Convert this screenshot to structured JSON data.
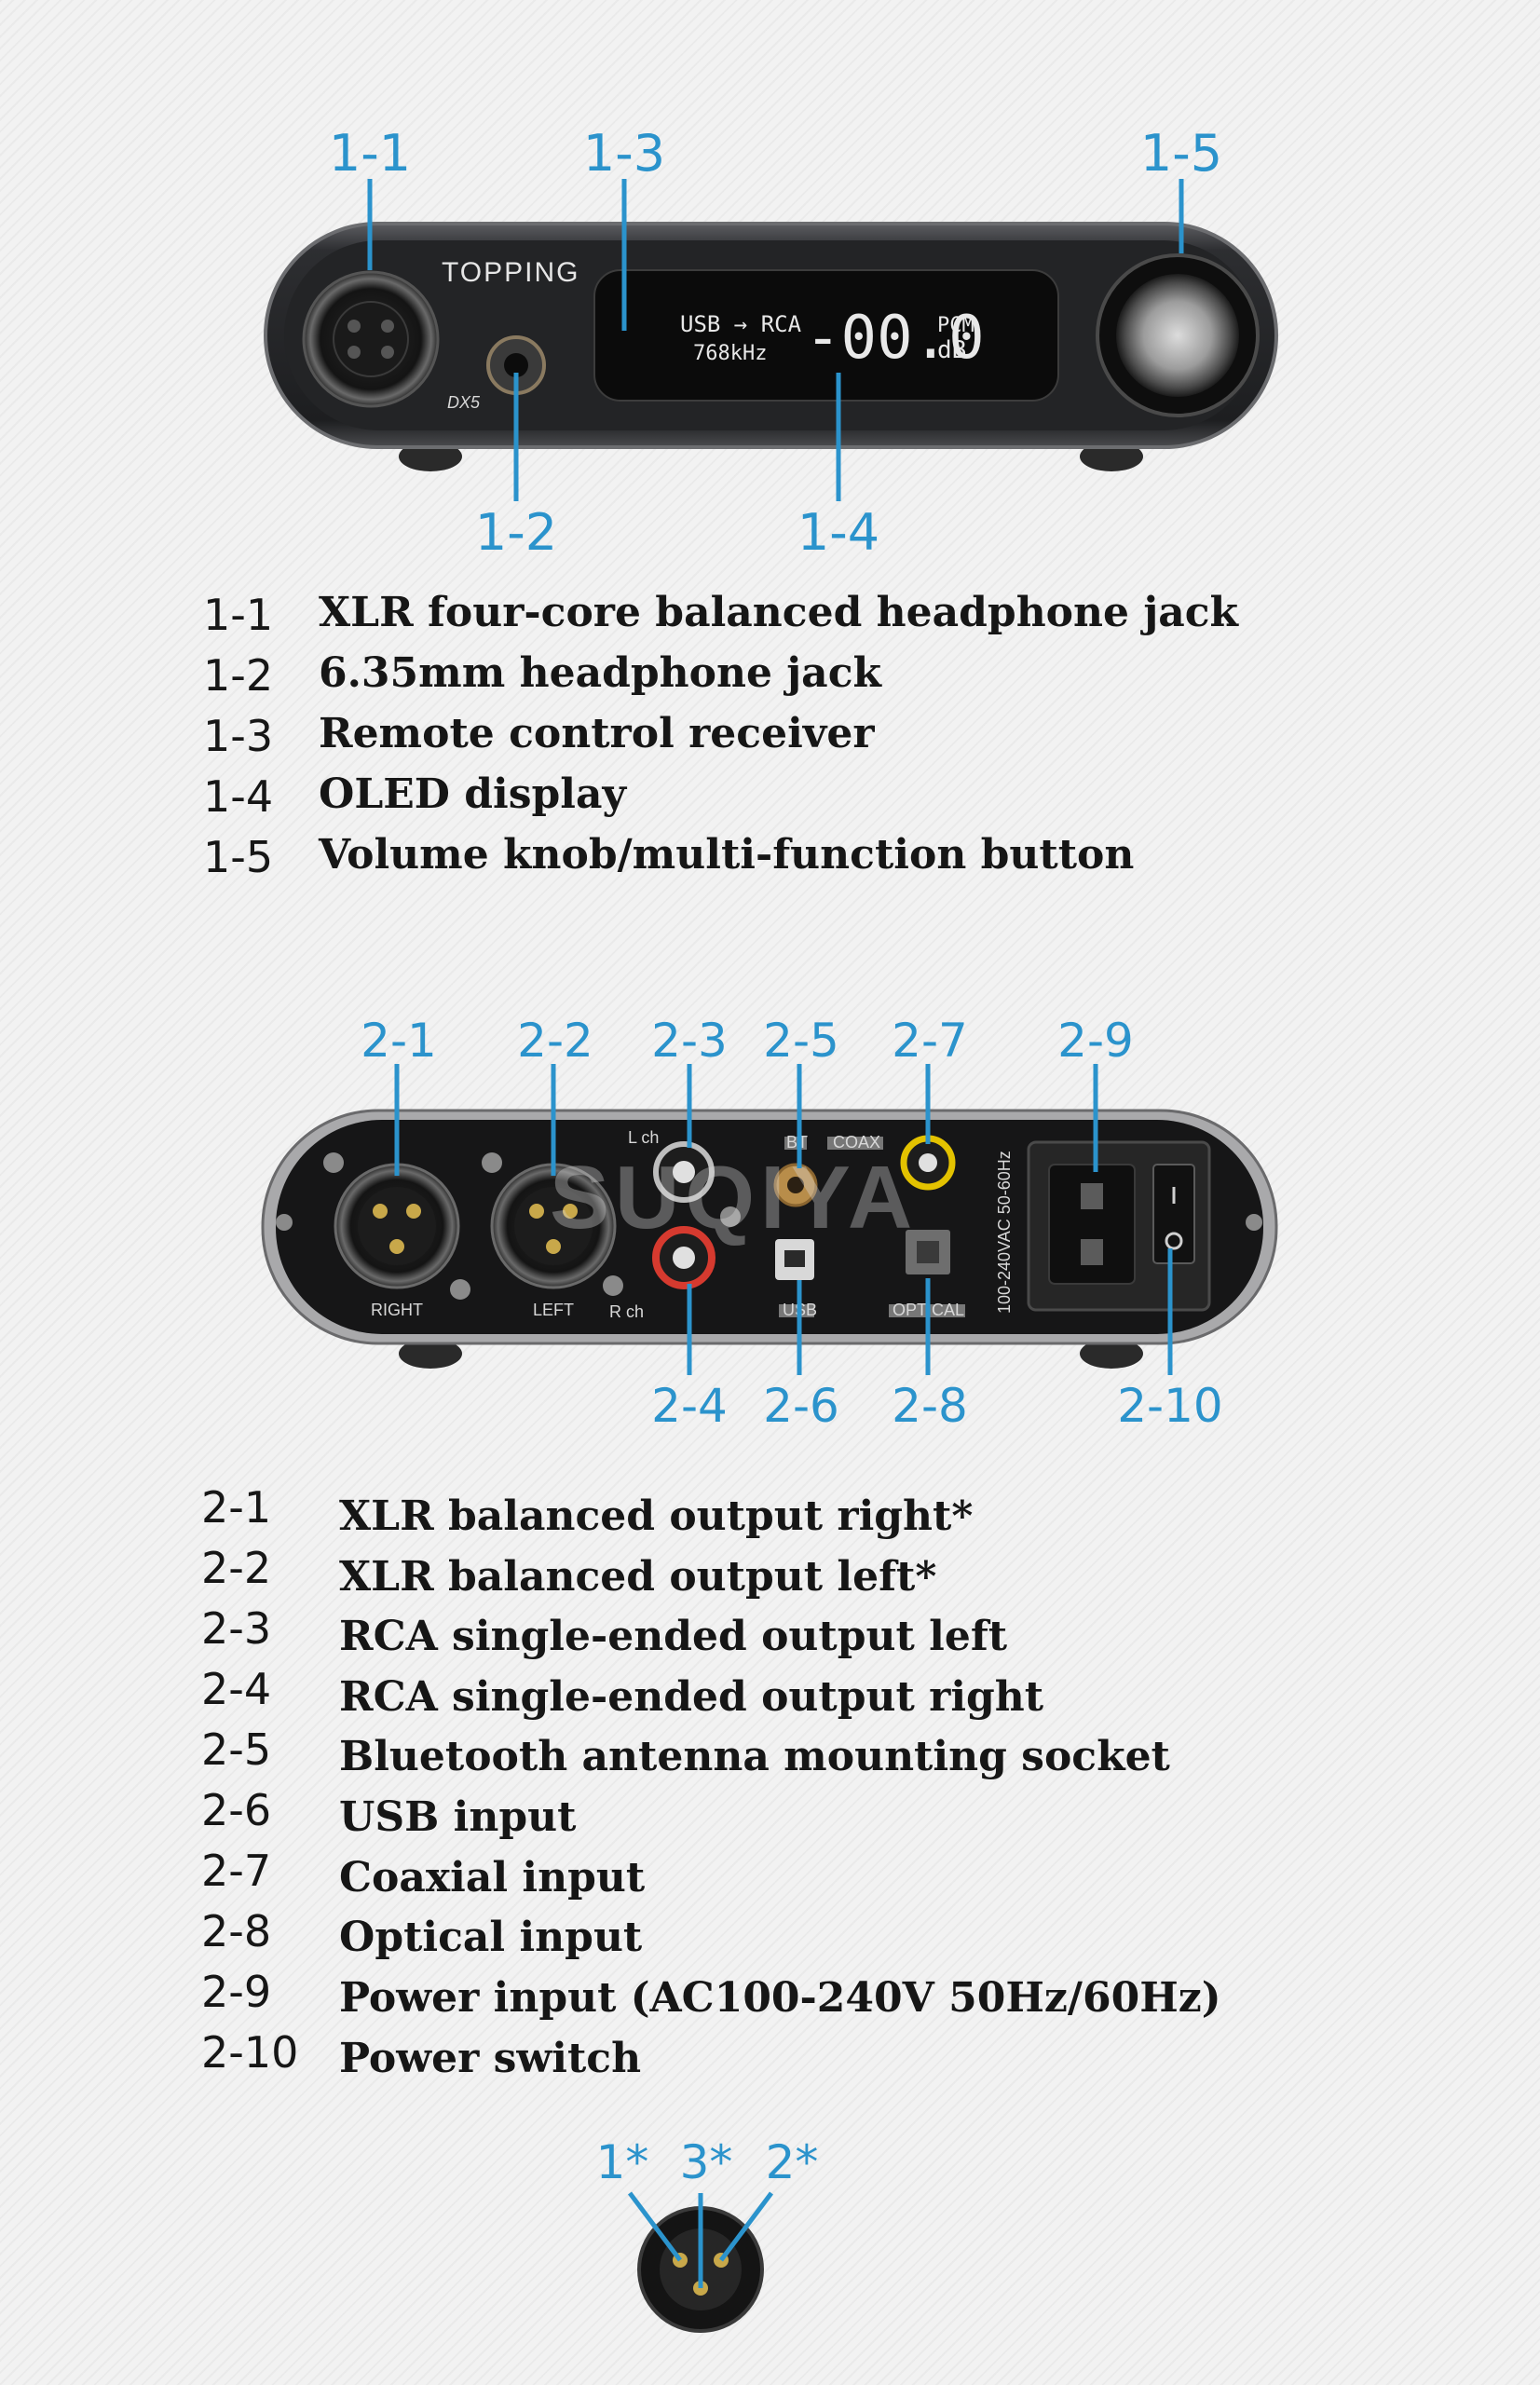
{
  "front": {
    "brand": "TOPPING",
    "model": "DX5",
    "oled": {
      "route": "USB → RCA",
      "rate": "768kHz",
      "volume": "-00.0",
      "format": "PCM",
      "unit": "dB"
    },
    "callouts": [
      "1-1",
      "1-2",
      "1-3",
      "1-4",
      "1-5"
    ],
    "legend": [
      {
        "code": "1-1",
        "text": "XLR four-core balanced headphone jack"
      },
      {
        "code": "1-2",
        "text": "6.35mm headphone jack"
      },
      {
        "code": "1-3",
        "text": "Remote control receiver"
      },
      {
        "code": "1-4",
        "text": "OLED display"
      },
      {
        "code": "1-5",
        "text": "Volume knob/multi-function button"
      }
    ]
  },
  "rear": {
    "labels": {
      "right": "RIGHT",
      "left": "LEFT",
      "lch": "L ch",
      "rch": "R ch",
      "bt": "BT",
      "coax": "COAX",
      "usb": "USB",
      "optical": "OPTICAL",
      "power": "100-240VAC 50-60Hz"
    },
    "watermark": "SUQIYA",
    "callouts": [
      "2-1",
      "2-2",
      "2-3",
      "2-4",
      "2-5",
      "2-6",
      "2-7",
      "2-8",
      "2-9",
      "2-10"
    ],
    "legend": [
      {
        "code": "2-1",
        "text": "XLR balanced output right*"
      },
      {
        "code": "2-2",
        "text": "XLR balanced output left*"
      },
      {
        "code": "2-3",
        "text": "RCA single-ended output left"
      },
      {
        "code": "2-4",
        "text": "RCA single-ended output right"
      },
      {
        "code": "2-5",
        "text": "Bluetooth antenna mounting socket"
      },
      {
        "code": "2-6",
        "text": "USB input"
      },
      {
        "code": "2-7",
        "text": "Coaxial input"
      },
      {
        "code": "2-8",
        "text": "Optical input"
      },
      {
        "code": "2-9",
        "text": "Power input (AC100-240V 50Hz/60Hz)"
      },
      {
        "code": "2-10",
        "text": "Power switch"
      }
    ]
  },
  "xlr_pins": [
    "1*",
    "3*",
    "2*"
  ],
  "colors": {
    "accent": "#2b93cc",
    "text": "#161616",
    "chassis": "#2c2c2e",
    "panel": "#111111"
  }
}
